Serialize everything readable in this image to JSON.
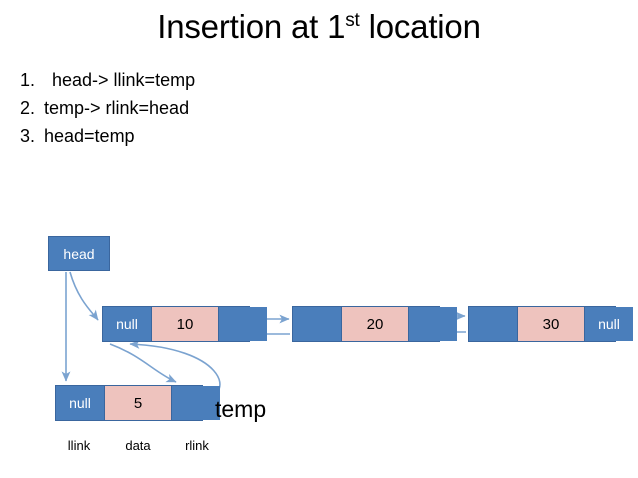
{
  "slide": {
    "title_main": "Insertion at 1",
    "title_sup": "st",
    "title_tail": " location",
    "steps": [
      {
        "num": "1.",
        "text": "head-> llink=temp"
      },
      {
        "num": "2.",
        "text": "temp-> rlink=head"
      },
      {
        "num": "3.",
        "text": "head=temp"
      }
    ]
  },
  "diagram": {
    "head_pointer": {
      "label": "head"
    },
    "nodes": [
      {
        "id": "node-10",
        "llink": "null",
        "data": "10",
        "rlink": ""
      },
      {
        "id": "node-20",
        "llink": "",
        "data": "20",
        "rlink": ""
      },
      {
        "id": "node-30",
        "llink": "",
        "data": "30",
        "rlink": "null"
      },
      {
        "id": "node-temp",
        "llink": "null",
        "data": "5",
        "rlink": ""
      }
    ],
    "temp_caption": "temp",
    "field_legend": {
      "llink": "llink",
      "data": "data",
      "rlink": "rlink"
    }
  },
  "colors": {
    "link_cell_blue": "#4a7ebb",
    "data_cell_pink": "#eec3be",
    "node_border": "#3a669e",
    "arrow_blue": "#7ba3d0",
    "text_dark": "#000000",
    "text_light": "#ffffff",
    "background": "#ffffff"
  }
}
